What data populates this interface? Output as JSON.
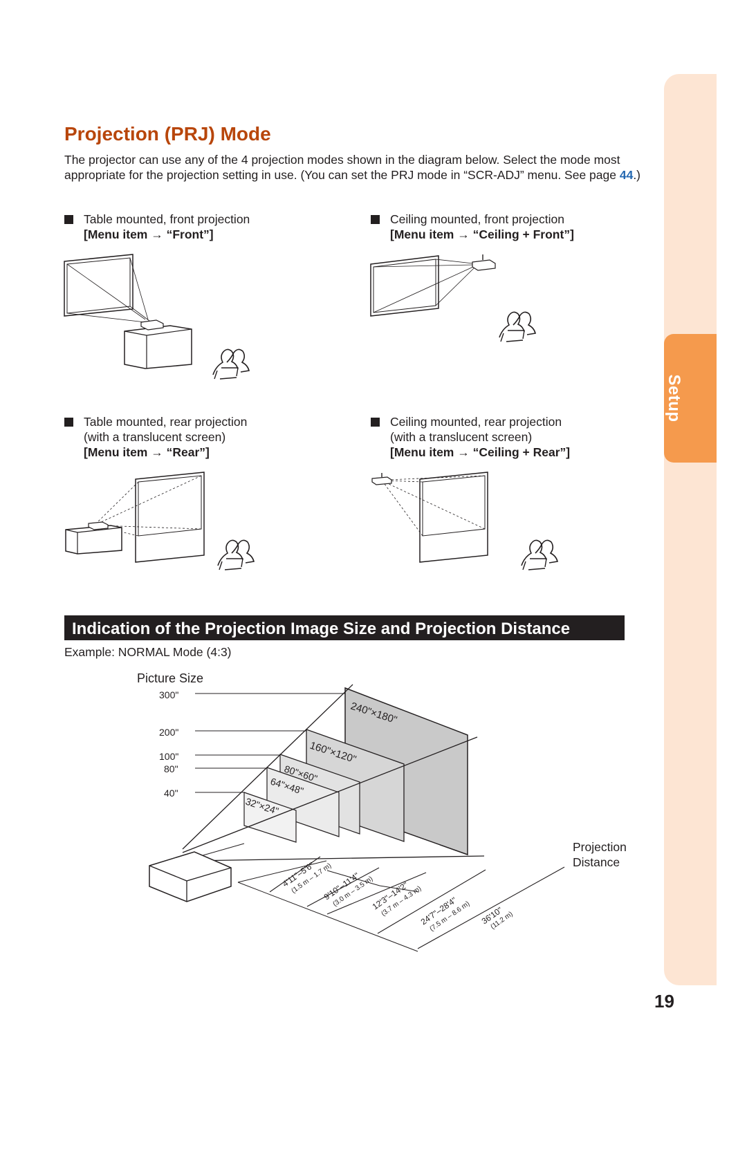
{
  "side_tab": {
    "label": "Setup"
  },
  "title": "Projection (PRJ) Mode",
  "intro": {
    "text": "The projector can use any of the 4 projection modes shown in the diagram below. Select the mode most appropriate for the projection setting in use.  (You can set the PRJ mode in “SCR-ADJ” menu. See page ",
    "page_link": "44",
    "text_end": ".)"
  },
  "modes": [
    {
      "line1": "Table mounted, front projection",
      "line2": "",
      "menu": "[Menu item → “Front”]"
    },
    {
      "line1": "Ceiling mounted, front projection",
      "line2": "",
      "menu": "[Menu item → “Ceiling + Front”]"
    },
    {
      "line1": "Table mounted, rear projection",
      "line2": "(with a translucent screen)",
      "menu": "[Menu item → “Rear”]"
    },
    {
      "line1": "Ceiling mounted, rear projection",
      "line2": "(with a translucent screen)",
      "menu": "[Menu item → “Ceiling + Rear”]"
    }
  ],
  "section_title": "Indication of the Projection Image Size and Projection Distance",
  "example": "Example: NORMAL Mode (4:3)",
  "diagram": {
    "picture_size_label": "Picture Size",
    "sizes": [
      "300\"",
      "200\"",
      "100\"",
      "80\"",
      "40\""
    ],
    "screens": [
      "240\"×180\"",
      "160\"×120\"",
      "80\"×60\"",
      "64\"×48\"",
      "32\"×24\""
    ],
    "distance_label_1": "Projection",
    "distance_label_2": "Distance",
    "distances": [
      {
        "ft": "4'11\"–5'6\"",
        "m": "(1.5 m – 1.7 m)"
      },
      {
        "ft": "9'10\"–11'4\"",
        "m": "(3.0 m – 3.5 m)"
      },
      {
        "ft": "12'3\"–14'2\"",
        "m": "(3.7 m – 4.3 m)"
      },
      {
        "ft": "24'7\"–28'4\"",
        "m": "(7.5 m – 8.6 m)"
      },
      {
        "ft": "36'10\"",
        "m": "(11.2 m)"
      }
    ]
  },
  "page_number": "19",
  "colors": {
    "title": "#b8460b",
    "tab": "#f59a4d",
    "strip": "#fde5d3",
    "link": "#2367b0"
  }
}
